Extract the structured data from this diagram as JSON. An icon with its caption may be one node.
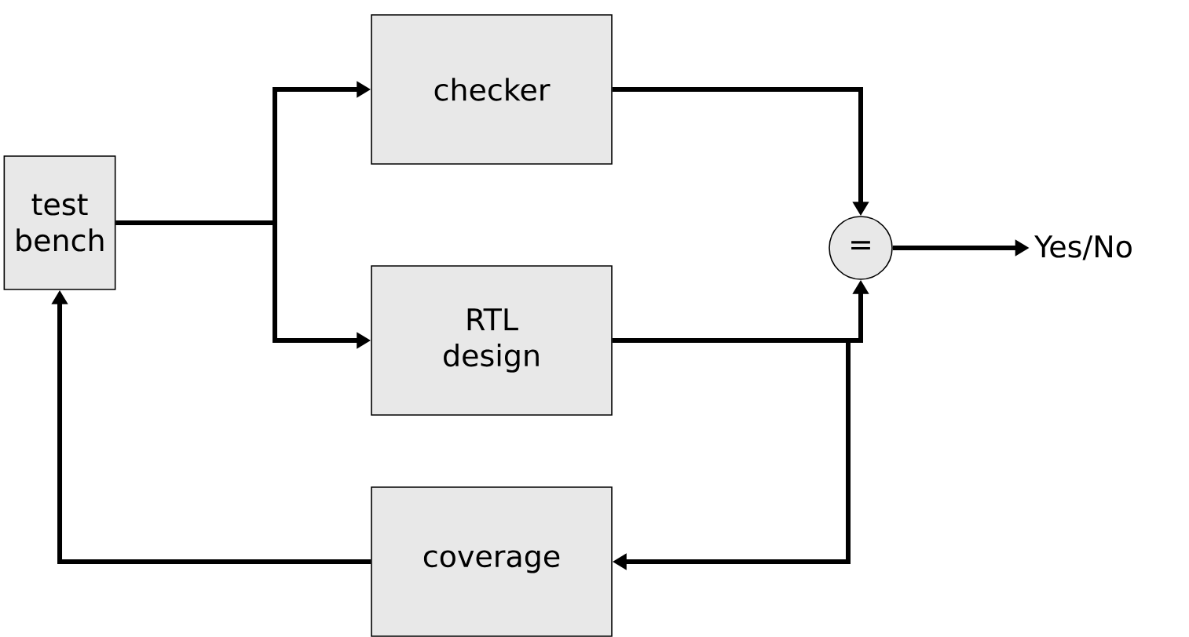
{
  "diagram": {
    "nodes": [
      {
        "text": [
          "test bench"
        ]
      },
      {
        "text": [
          "checker"
        ]
      },
      {
        "text": [
          "RTL design"
        ]
      },
      {
        "text": [
          "="
        ]
      },
      {
        "text": [
          "Yes/No"
        ]
      },
      {
        "text": [
          "coverage"
        ]
      }
    ],
    "edges": [
      {
        "from": 0,
        "to": 1,
        "arrow": "to"
      },
      {
        "from": 0,
        "to": 2,
        "arrow": "to"
      },
      {
        "from": 1,
        "to": 3,
        "arrow": "to"
      },
      {
        "from": 2,
        "to": 3,
        "arrow": "to"
      },
      {
        "from": 2,
        "to": 5,
        "arrow": "to"
      },
      {
        "from": 5,
        "to": 0,
        "arrow": "to"
      },
      {
        "from": 3,
        "to": 4,
        "arrow": "to"
      }
    ]
  }
}
